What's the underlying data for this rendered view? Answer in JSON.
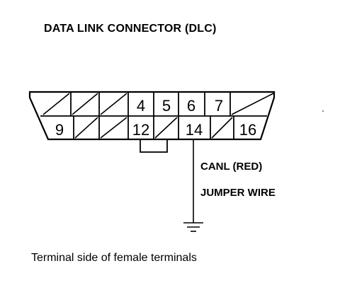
{
  "title": "DATA LINK CONNECTOR (DLC)",
  "connector": {
    "top_row_pins": [
      "4",
      "5",
      "6",
      "7"
    ],
    "bottom_row_pins": [
      "9",
      "12",
      "14",
      "16"
    ]
  },
  "labels": {
    "wire_color": "CANL (RED)",
    "jumper": "JUMPER WIRE"
  },
  "caption": "Terminal side of female terminals",
  "icons": {
    "ground": "ground-symbol-icon"
  }
}
